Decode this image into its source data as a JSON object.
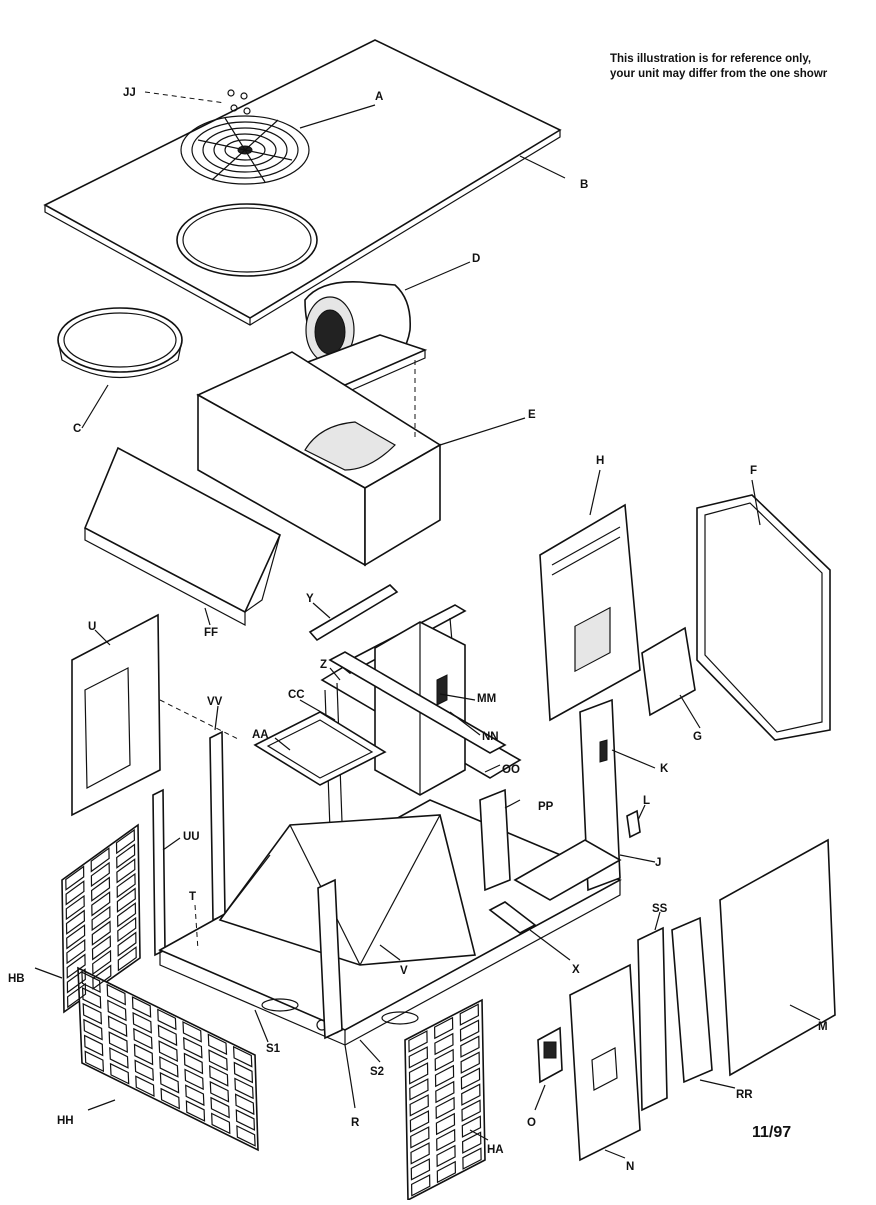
{
  "note": {
    "line1": "This illustration is for reference only,",
    "line2": "your unit may differ from the one showr"
  },
  "date_code": "11/97",
  "labels": {
    "JJ": "JJ",
    "A": "A",
    "B": "B",
    "C": "C",
    "D": "D",
    "E": "E",
    "H": "H",
    "F": "F",
    "FF": "FF",
    "U": "U",
    "Y": "Y",
    "Z": "Z",
    "MM": "MM",
    "NN": "NN",
    "OO": "OO",
    "VV": "VV",
    "CC": "CC",
    "AA": "AA",
    "G": "G",
    "K": "K",
    "L": "L",
    "PP": "PP",
    "J": "J",
    "UU": "UU",
    "T": "T",
    "SS": "SS",
    "X": "X",
    "V": "V",
    "HB": "HB",
    "M": "M",
    "S1": "S1",
    "S2": "S2",
    "RR": "RR",
    "HH": "HH",
    "R": "R",
    "O": "O",
    "HA": "HA",
    "N": "N"
  }
}
